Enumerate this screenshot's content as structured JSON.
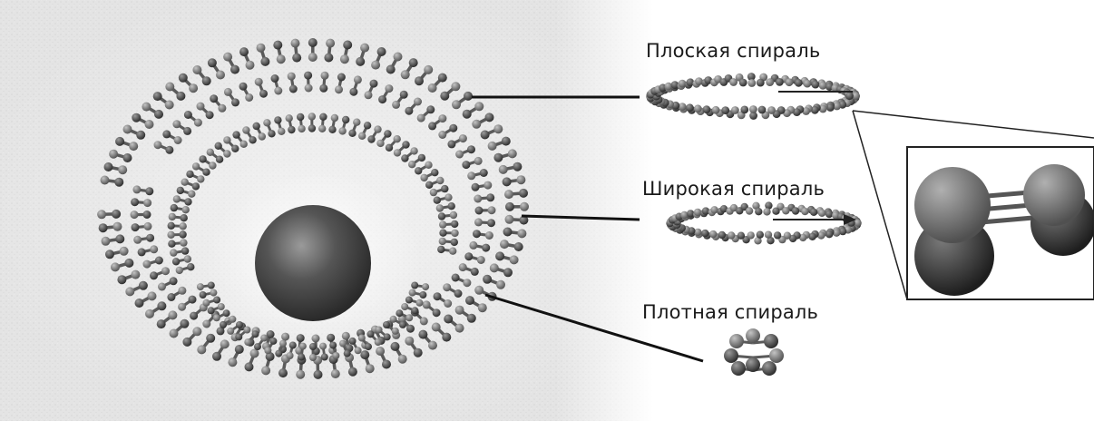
{
  "labels": {
    "flat": "Плоская спираль",
    "wide": "Широкая спираль",
    "tight": "Плотная спираль"
  },
  "colors": {
    "background_texture": "#dcdcdc",
    "bead_dark": "#3a3a3a",
    "bead_mid": "#6a6a6a",
    "bead_light": "#9a9a9a",
    "sphere_core": "#4a4a4a",
    "line": "#111111"
  },
  "icons": {
    "core": "dark-sphere",
    "helix": "beaded-double-strand-ring",
    "zoom": "bead-pair-closeup"
  }
}
